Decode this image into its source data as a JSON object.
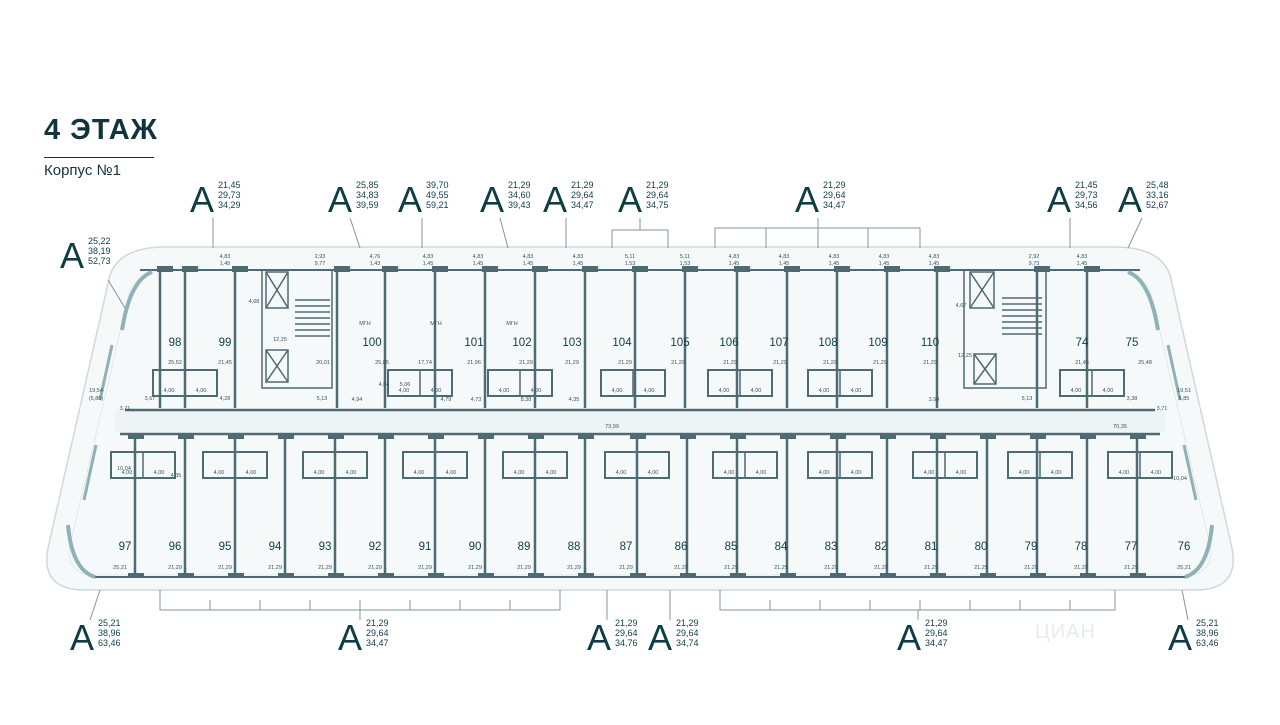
{
  "floor": {
    "title": "4 ЭТАЖ",
    "building": "Корпус №1"
  },
  "watermark": "ЦИАН",
  "colors": {
    "ink": "#0f3d46",
    "wall": "#4e6a72",
    "fill": "#f5f8f8",
    "window": "#8fb1b7"
  },
  "apartment_types": {
    "top": [
      {
        "letter": "A",
        "areas": [
          "25,22",
          "38,19",
          "52,73"
        ]
      },
      {
        "letter": "A",
        "areas": [
          "21,45",
          "29,73",
          "34,29"
        ]
      },
      {
        "letter": "A",
        "areas": [
          "25,85",
          "34,83",
          "39,59"
        ]
      },
      {
        "letter": "A",
        "areas": [
          "39,70",
          "49,55",
          "59,21"
        ]
      },
      {
        "letter": "A",
        "areas": [
          "21,29",
          "34,60",
          "39,43"
        ]
      },
      {
        "letter": "A",
        "areas": [
          "21,29",
          "29,64",
          "34,47"
        ]
      },
      {
        "letter": "A",
        "areas": [
          "21,29",
          "29,64",
          "34,75"
        ]
      },
      {
        "letter": "A",
        "areas": [
          "21,29",
          "29,64",
          "34,47"
        ]
      },
      {
        "letter": "A",
        "areas": [
          "21,45",
          "29,73",
          "34,56"
        ]
      },
      {
        "letter": "A",
        "areas": [
          "25,48",
          "33,16",
          "52,67"
        ]
      }
    ],
    "bottom": [
      {
        "letter": "A",
        "areas": [
          "25,21",
          "38,96",
          "63,46"
        ]
      },
      {
        "letter": "A",
        "areas": [
          "21,29",
          "29,64",
          "34,47"
        ]
      },
      {
        "letter": "A",
        "areas": [
          "21,29",
          "29,64",
          "34,76"
        ]
      },
      {
        "letter": "A",
        "areas": [
          "21,29",
          "29,64",
          "34,74"
        ]
      },
      {
        "letter": "A",
        "areas": [
          "21,29",
          "29,64",
          "34,47"
        ]
      },
      {
        "letter": "A",
        "areas": [
          "25,21",
          "38,96",
          "63,46"
        ]
      }
    ]
  },
  "units": {
    "top": [
      "98",
      "99",
      "100",
      "101",
      "102",
      "103",
      "104",
      "105",
      "106",
      "107",
      "108",
      "109",
      "110",
      "74",
      "75"
    ],
    "bottom": [
      "97",
      "96",
      "95",
      "94",
      "93",
      "92",
      "91",
      "90",
      "89",
      "88",
      "87",
      "86",
      "85",
      "84",
      "83",
      "82",
      "81",
      "80",
      "79",
      "78",
      "77",
      "76"
    ]
  },
  "labels": {
    "mgn": "МГН",
    "corridor_area": "73,99",
    "corridor_area_right": "70,35",
    "balcony_top": [
      [
        "4,83",
        "1,45"
      ],
      [
        "2,93",
        "9,77"
      ],
      [
        "4,76",
        "1,43"
      ],
      [
        "4,83",
        "1,45"
      ],
      [
        "4,83",
        "1,45"
      ],
      [
        "4,83",
        "1,45"
      ],
      [
        "4,83",
        "1,45"
      ],
      [
        "5,11",
        "1,53"
      ],
      [
        "5,11",
        "1,53"
      ],
      [
        "4,83",
        "1,45"
      ],
      [
        "4,83",
        "1,45"
      ],
      [
        "4,83",
        "1,45"
      ],
      [
        "4,83",
        "1,45"
      ],
      [
        "4,83",
        "1,45"
      ],
      [
        "2,92",
        "9,73"
      ],
      [
        "4,83",
        "1,45"
      ]
    ],
    "room_top": [
      "25,52",
      "21,45",
      "20,01",
      "25,85",
      "17,74",
      "21,96",
      "21,29",
      "21,29",
      "21,29",
      "21,29",
      "21,29",
      "21,29",
      "21,29",
      "21,29",
      "21,29",
      "21,45",
      "25,48"
    ],
    "room_bottom": [
      "25,21",
      "21,29",
      "21,29",
      "21,29",
      "21,29",
      "21,29",
      "21,29",
      "21,29",
      "21,29",
      "21,29",
      "21,29",
      "21,29",
      "21,29",
      "21,29",
      "21,29",
      "21,29",
      "21,29",
      "21,29",
      "21,29",
      "21,29",
      "21,29",
      "25,21"
    ],
    "bath": "4,00",
    "misc": [
      "4,68",
      "12,25",
      "5,13",
      "4,94",
      "4,04",
      "5,06",
      "4,79",
      "4,73",
      "8,38",
      "4,35",
      "3,67",
      "4,28",
      "3,71",
      "3,94",
      "4,67",
      "12,25",
      "5,13",
      "3,38",
      "3,71",
      "10,04",
      "10,04",
      "4,35"
    ],
    "left_side": [
      "19,54",
      "(5,86)"
    ],
    "right_side": [
      "19,51",
      "5,85"
    ]
  }
}
